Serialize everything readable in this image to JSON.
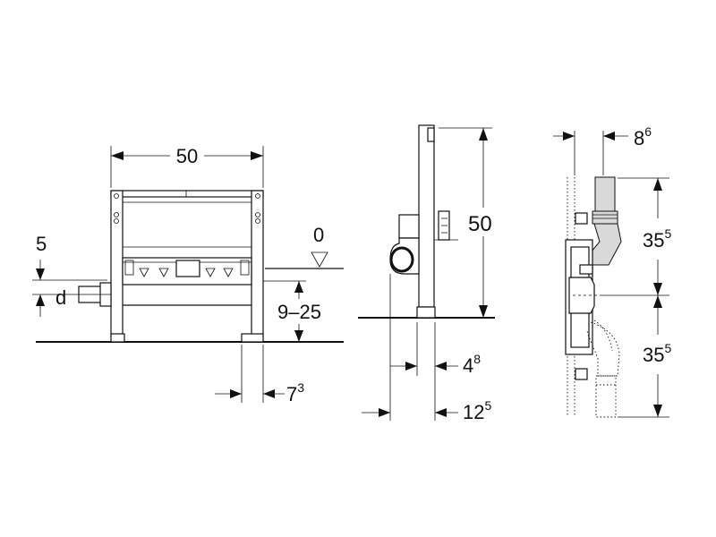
{
  "front_view": {
    "width_label": "50",
    "offset_label": "5",
    "pipe_label": "d",
    "floor_label": "0",
    "height_range_label": "9–25",
    "foot_width_main": "7",
    "foot_width_sup": "3"
  },
  "side_view": {
    "height_label": "50",
    "depth_small_main": "4",
    "depth_small_sup": "8",
    "depth_total_main": "12",
    "depth_total_sup": "5"
  },
  "adjust_view": {
    "offset_main": "8",
    "offset_sup": "6",
    "upper_range_main": "35",
    "upper_range_sup": "5",
    "lower_range_main": "35",
    "lower_range_sup": "5"
  }
}
